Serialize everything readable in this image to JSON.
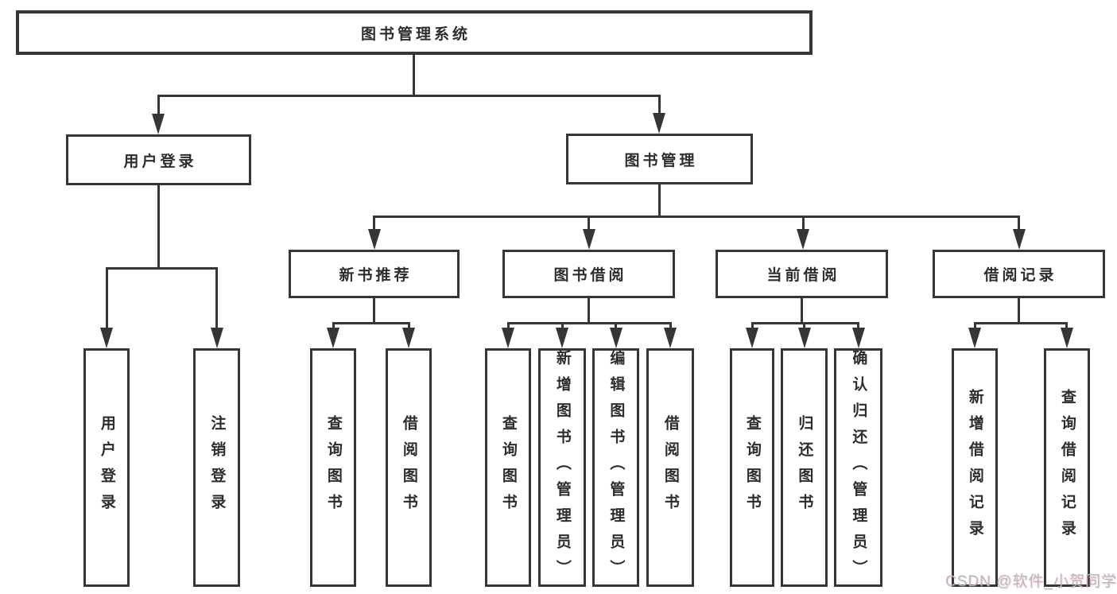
{
  "tree": {
    "label": "图书管理系统",
    "children": [
      {
        "label": "用户登录",
        "children": [
          {
            "label": "用户登录"
          },
          {
            "label": "注销登录"
          }
        ]
      },
      {
        "label": "图书管理",
        "children": [
          {
            "label": "新书推荐",
            "children": [
              {
                "label": "查询图书"
              },
              {
                "label": "借阅图书"
              }
            ]
          },
          {
            "label": "图书借阅",
            "children": [
              {
                "label": "查询图书"
              },
              {
                "label": "新增图书（管理员）"
              },
              {
                "label": "编辑图书（管理员）"
              },
              {
                "label": "借阅图书"
              }
            ]
          },
          {
            "label": "当前借阅",
            "children": [
              {
                "label": "查询图书"
              },
              {
                "label": "归还图书"
              },
              {
                "label": "确认归还（管理员）"
              }
            ]
          },
          {
            "label": "借阅记录",
            "children": [
              {
                "label": "新增借阅记录"
              },
              {
                "label": "查询借阅记录"
              }
            ]
          }
        ]
      }
    ]
  },
  "watermark": {
    "text": "CSDN @软件_小贺同学"
  },
  "colors": {
    "line": "#363636",
    "text": "#2d2d2d",
    "watermark": "#b9b9b9",
    "background": "#ffffff"
  }
}
